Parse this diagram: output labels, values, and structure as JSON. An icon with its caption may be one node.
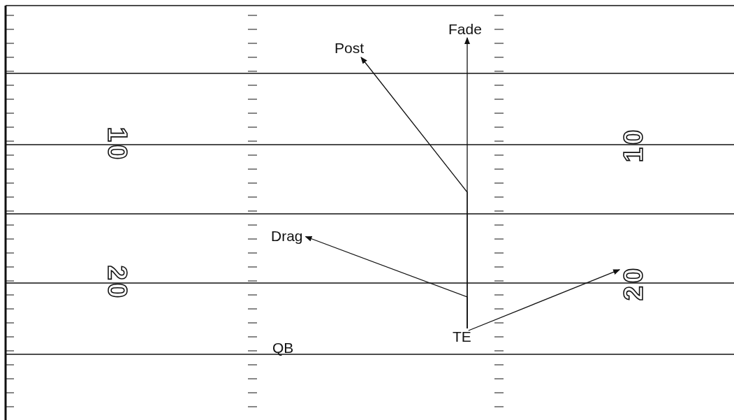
{
  "diagram": {
    "nodes": [
      {
        "text": [
          "QB"
        ]
      },
      {
        "text": [
          "TE"
        ]
      },
      {
        "text": [
          "Post"
        ]
      },
      {
        "text": [
          "Fade"
        ]
      },
      {
        "text": [
          "Drag"
        ]
      },
      {
        "text": [
          "20"
        ]
      }
    ],
    "edges": [
      {
        "from": 1,
        "to": 3,
        "arrow": "to"
      },
      {
        "from": 1,
        "to": 2,
        "arrow": "to"
      },
      {
        "from": 1,
        "to": 4,
        "arrow": "to"
      },
      {
        "from": 1,
        "to": 5,
        "arrow": "to"
      }
    ],
    "labels": [
      "10",
      "10",
      "20"
    ]
  }
}
